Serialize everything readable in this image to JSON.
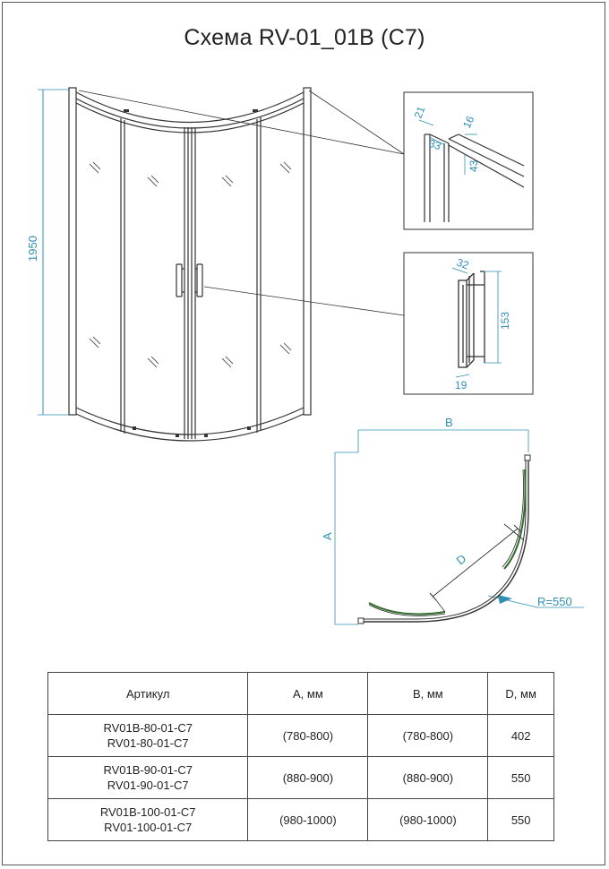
{
  "title": "Схема RV-01_01B (C7)",
  "dimensions": {
    "height": "1950",
    "top_profile_a": "21",
    "top_profile_b": "33",
    "top_profile_c": "16",
    "top_profile_d": "43",
    "handle_width": "32",
    "handle_height": "153",
    "handle_depth": "19",
    "plan_a": "A",
    "plan_b": "B",
    "plan_d": "D",
    "radius": "R=550"
  },
  "table": {
    "headers": [
      "Артикул",
      "A, мм",
      "B, мм",
      "D, мм"
    ],
    "rows": [
      {
        "article_1": "RV01B-80-01-C7",
        "article_2": "RV01-80-01-C7",
        "a": "(780-800)",
        "b": "(780-800)",
        "d": "402"
      },
      {
        "article_1": "RV01B-90-01-C7",
        "article_2": "RV01-90-01-C7",
        "a": "(880-900)",
        "b": "(880-900)",
        "d": "550"
      },
      {
        "article_1": "RV01B-100-01-C7",
        "article_2": "RV01-100-01-C7",
        "a": "(980-1000)",
        "b": "(980-1000)",
        "d": "550"
      }
    ]
  },
  "colors": {
    "line": "#333333",
    "dimension": "#2f8fb5",
    "glass_plan": "#2f6b2a"
  }
}
